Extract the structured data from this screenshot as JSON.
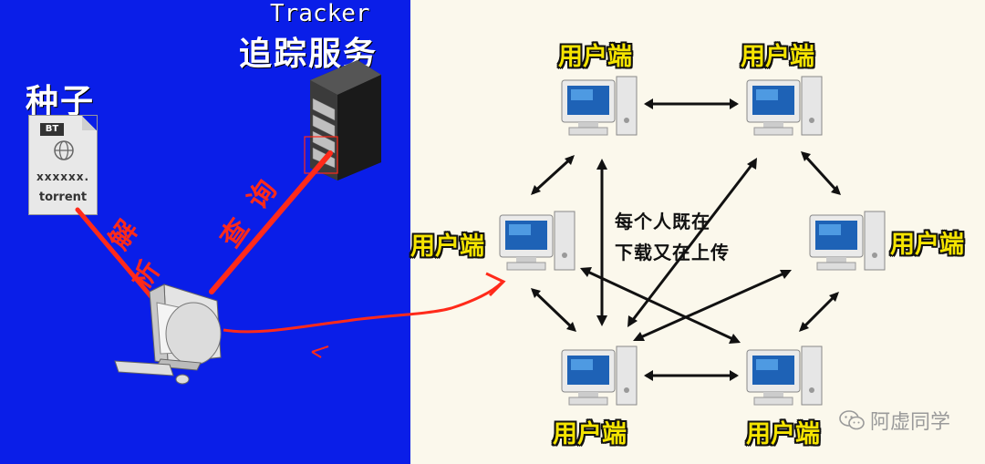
{
  "tracker": {
    "title_en": "Tracker",
    "title_cn": "追踪服务"
  },
  "seed": {
    "label": "种子",
    "file_badge": "BT",
    "file_name_top": "xxxxxx.",
    "file_name_bottom": "torrent"
  },
  "annotations": {
    "parse": [
      "解",
      "析"
    ],
    "query": [
      "查",
      "询"
    ]
  },
  "clients": {
    "top_left": "用户端",
    "top_right": "用户端",
    "mid_left": "用户端",
    "mid_right": "用户端",
    "bottom_left": "用户端",
    "bottom_right": "用户端"
  },
  "center_note": {
    "line1": "每个人既在",
    "line2": "下载又在上传"
  },
  "watermark": {
    "text": "阿虚同学",
    "icon": "wechat-icon"
  },
  "colors": {
    "left_bg": "#0a1ee8",
    "right_bg": "#fbf8ec",
    "label_yellow": "#f5e400",
    "red_stroke": "#ff2a1a"
  }
}
